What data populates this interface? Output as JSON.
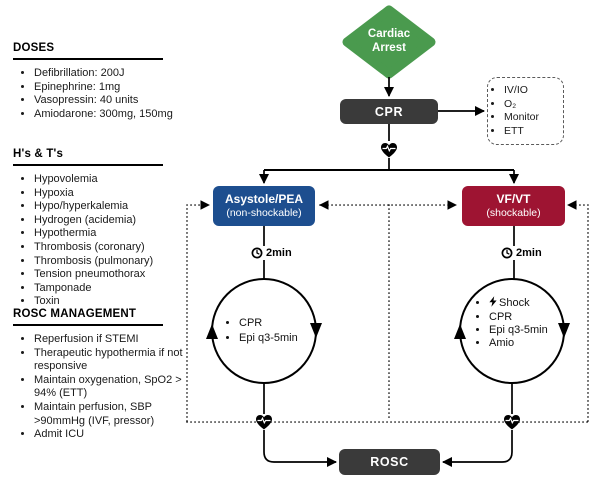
{
  "colors": {
    "diamond_green": "#4a9a4e",
    "asystole_blue": "#1d4e8f",
    "vfvt_red": "#9e1432",
    "dark_node": "#3a3a3a",
    "line_black": "#000000"
  },
  "icons": {
    "rhythm_check": "heart-pulse-icon",
    "timer": "clock-icon",
    "shock": "lightning-bolt-icon"
  },
  "left_panel": {
    "doses": {
      "title": "DOSES",
      "items": [
        "Defibrillation: 200J",
        "Epinephrine: 1mg",
        "Vasopressin: 40 units",
        "Amiodarone: 300mg, 150mg"
      ]
    },
    "hs_ts": {
      "title": "H's & T's",
      "items": [
        "Hypovolemia",
        "Hypoxia",
        "Hypo/hyperkalemia",
        "Hydrogen (acidemia)",
        "Hypothermia",
        "Thrombosis (coronary)",
        "Thrombosis (pulmonary)",
        "Tension pneumothorax",
        "Tamponade",
        "Toxin"
      ]
    },
    "rosc_management": {
      "title": "ROSC MANAGEMENT",
      "items": [
        "Reperfusion if STEMI",
        "Therapeutic hypothermia if not responsive",
        "Maintain oxygenation, SpO2 > 94% (ETT)",
        "Maintain perfusion, SBP >90mmHg (IVF, pressor)",
        "Admit ICU"
      ]
    }
  },
  "flowchart": {
    "cardiac_arrest_label": "Cardiac Arrest",
    "cpr_label": "CPR",
    "adjuncts_items": [
      "IV/IO",
      "O₂",
      "Monitor",
      "ETT"
    ],
    "asystole": {
      "title": "Asystole/PEA",
      "subtitle": "(non-shockable)"
    },
    "vfvt": {
      "title": "VF/VT",
      "subtitle": "(shockable)"
    },
    "timer_left": {
      "label": "2min"
    },
    "timer_right": {
      "label": "2min"
    },
    "loop_left": {
      "items": [
        "CPR",
        "Epi q3-5min"
      ]
    },
    "loop_right": {
      "item_shock": "Shock",
      "items": [
        "CPR",
        "Epi q3-5min",
        "Amio"
      ]
    },
    "rosc_label": "ROSC"
  }
}
